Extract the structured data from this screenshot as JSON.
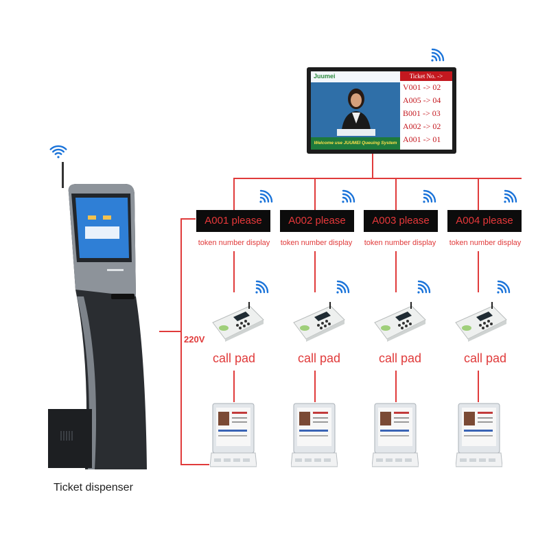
{
  "main_display": {
    "brand": "Juumei",
    "ticker": "Welcome use JUUMEI Queuing System",
    "header": "Ticket No. -> Counter",
    "rows": [
      "V001 -> 02",
      "A005 -> 04",
      "B001 -> 03",
      "A002 -> 02",
      "A001 -> 01"
    ]
  },
  "counter_displays": [
    {
      "text": "A001 please",
      "caption": "token number display"
    },
    {
      "text": "A002 please",
      "caption": "token number display"
    },
    {
      "text": "A003 please",
      "caption": "token number display"
    },
    {
      "text": "A004 please",
      "caption": "token number display"
    }
  ],
  "call_pads": [
    {
      "label": "call pad"
    },
    {
      "label": "call pad"
    },
    {
      "label": "call pad"
    },
    {
      "label": "call pad"
    }
  ],
  "voltage": "220V",
  "dispenser_label": "Ticket dispenser",
  "colors": {
    "wire": "#e03a3a",
    "led_text": "#e8383a",
    "header_red": "#c4181f",
    "wifi_blue": "#1a73d9"
  }
}
